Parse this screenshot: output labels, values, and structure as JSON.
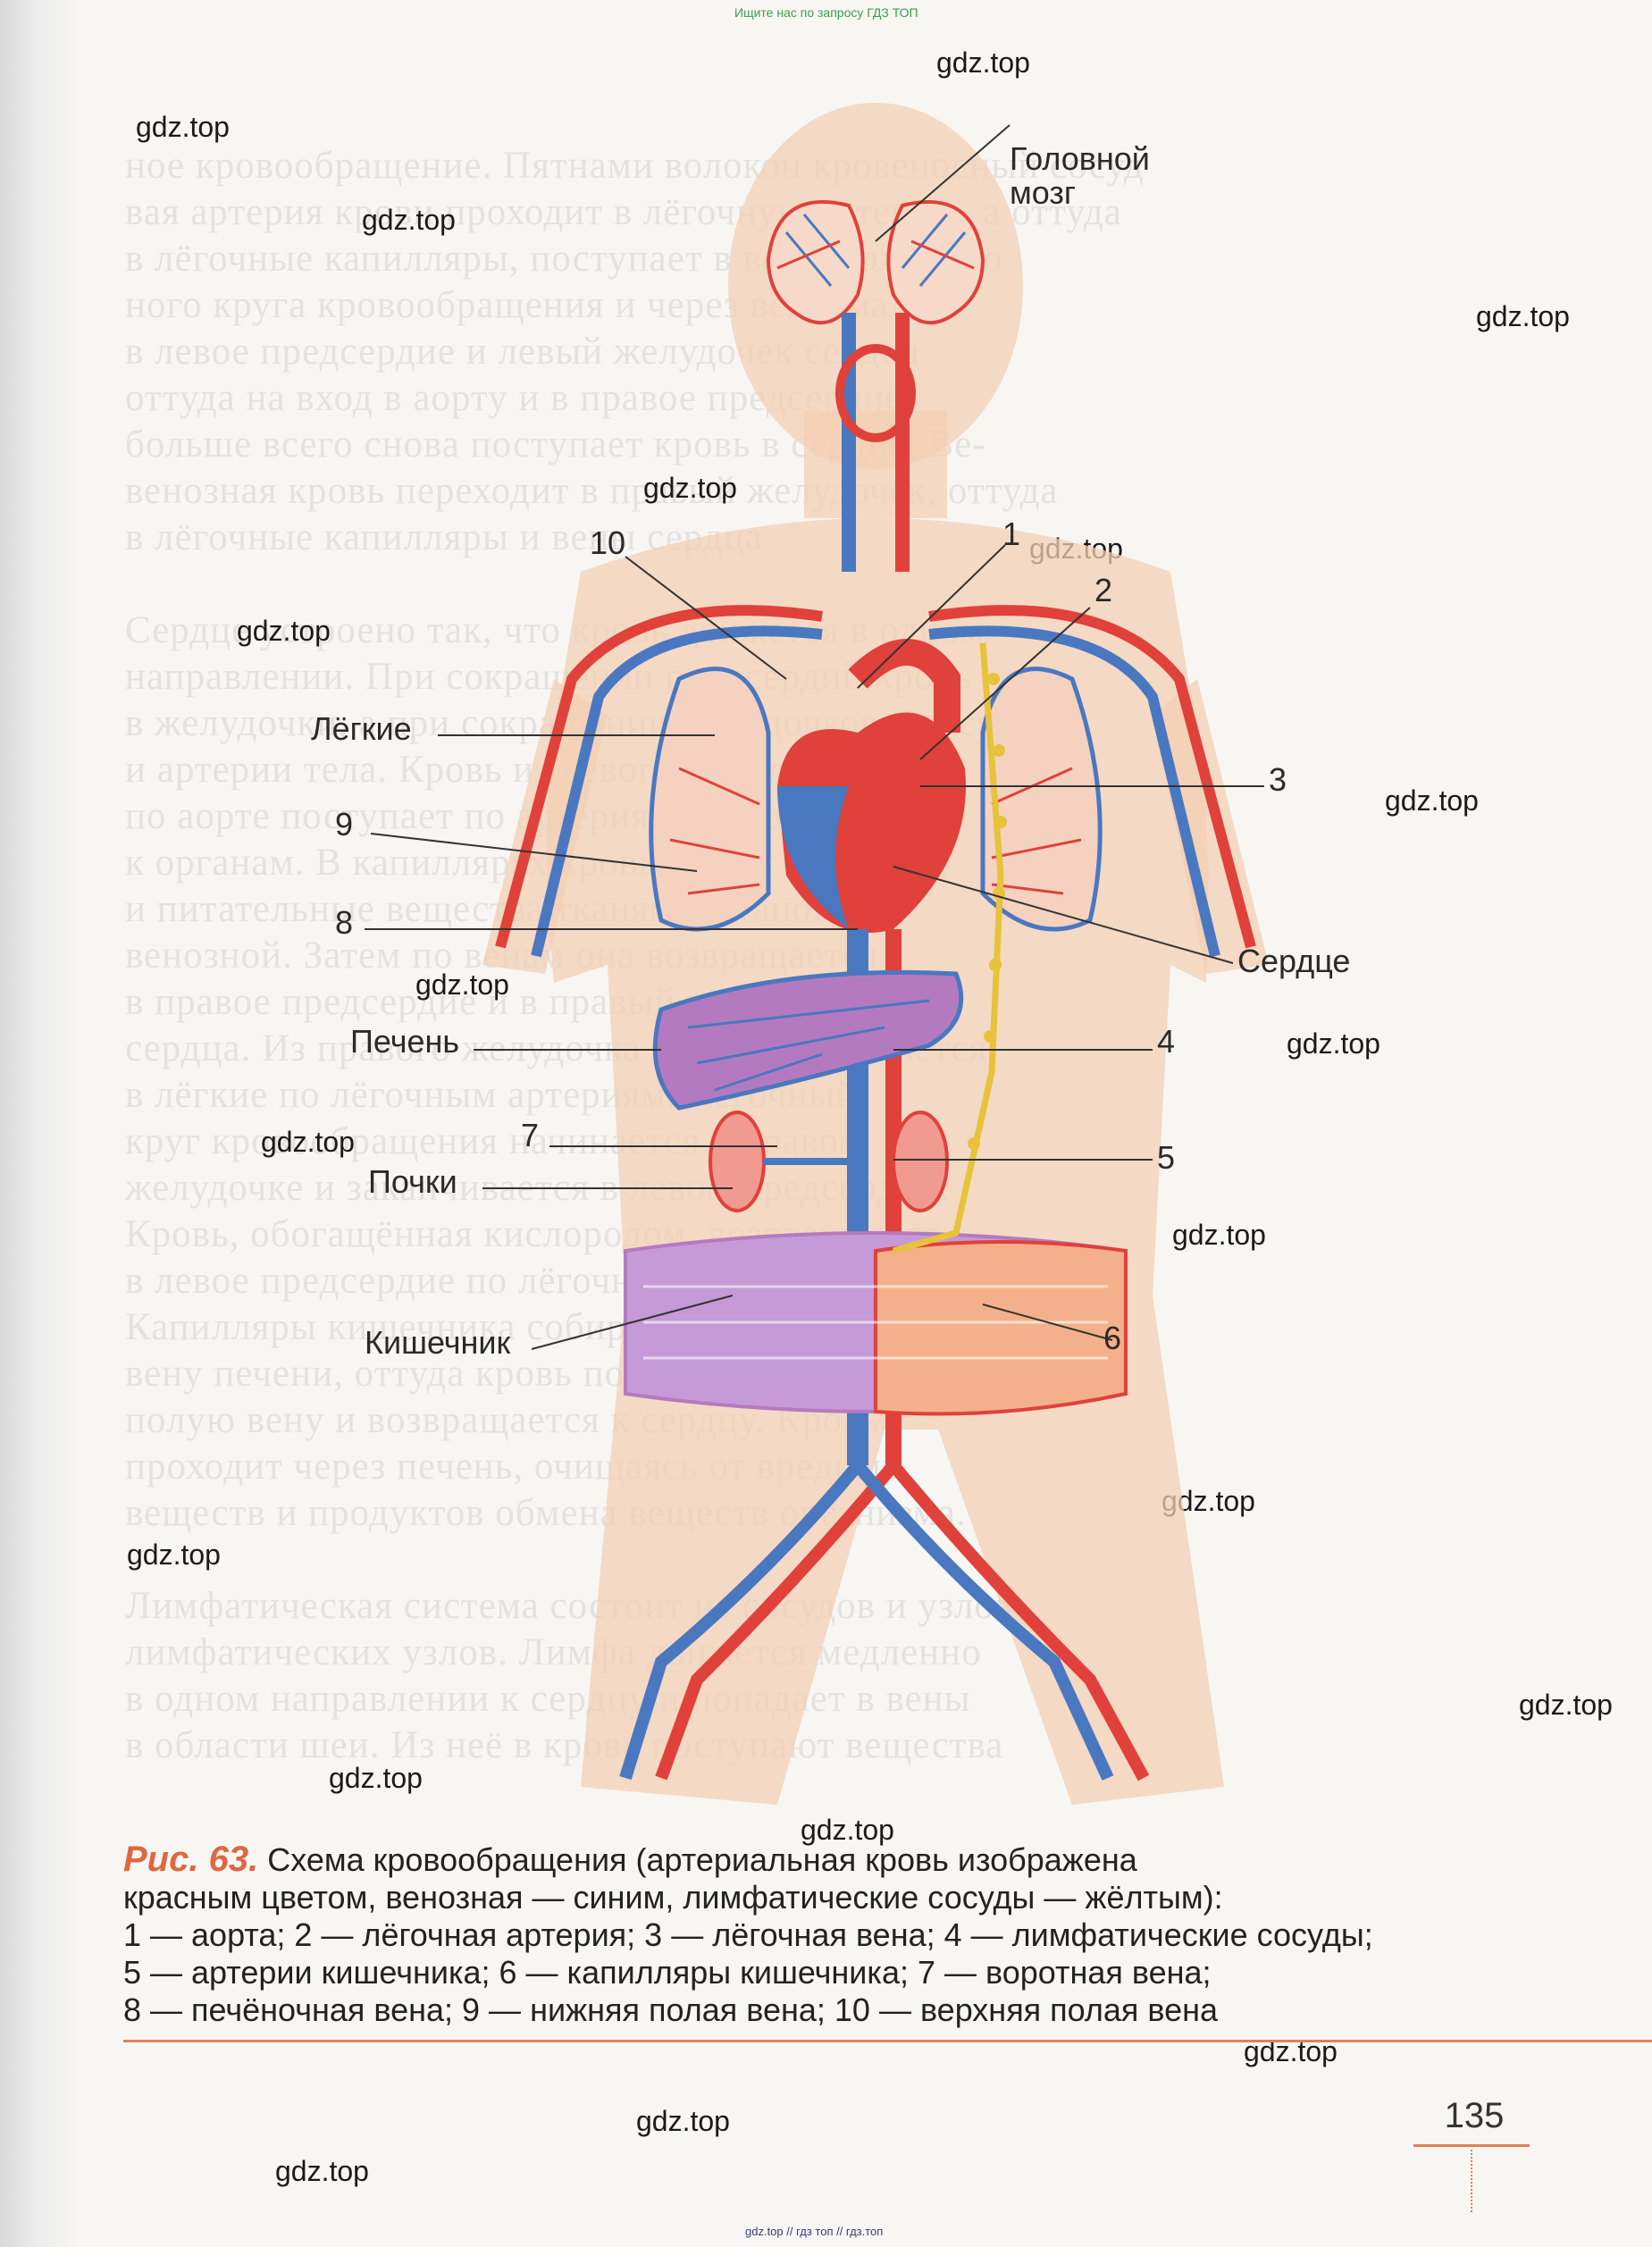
{
  "watermarks": {
    "top_note": "Ищите нас по запросу ГДЗ ТОП",
    "bottom_note": "gdz.top // гдз топ // гдз.топ",
    "text": "gdz.top"
  },
  "diagram": {
    "labels": {
      "brain": [
        "Головной",
        "мозг"
      ],
      "lungs": "Лёгкие",
      "heart": "Сердце",
      "liver": "Печень",
      "kidneys": "Почки",
      "intestine": "Кишечник"
    },
    "numbers": [
      "1",
      "2",
      "3",
      "4",
      "5",
      "6",
      "7",
      "8",
      "9",
      "10"
    ]
  },
  "caption": {
    "figure": "Рис. 63.",
    "line1": "Схема кровообращения (артериальная кровь изображена",
    "line2": "красным цветом, венозная — синим, лимфатические сосуды — жёлтым):",
    "line3": "1 — аорта; 2 — лёгочная артерия; 3 — лёгочная вена; 4 — лимфатические сосуды;",
    "line4": "5 — артерии кишечника; 6 — капилляры кишечника; 7 — воротная вена;",
    "line5": "8 — печёночная вена; 9 — нижняя полая вена; 10 — верхняя полая вена"
  },
  "page_number": "135",
  "colors": {
    "artery": "#e0413a",
    "vein": "#4a78c0",
    "lymph": "#e8c23a",
    "capillary_mix": "#b47ac0",
    "body": "#f3cfb4",
    "accent": "#e0673f"
  }
}
